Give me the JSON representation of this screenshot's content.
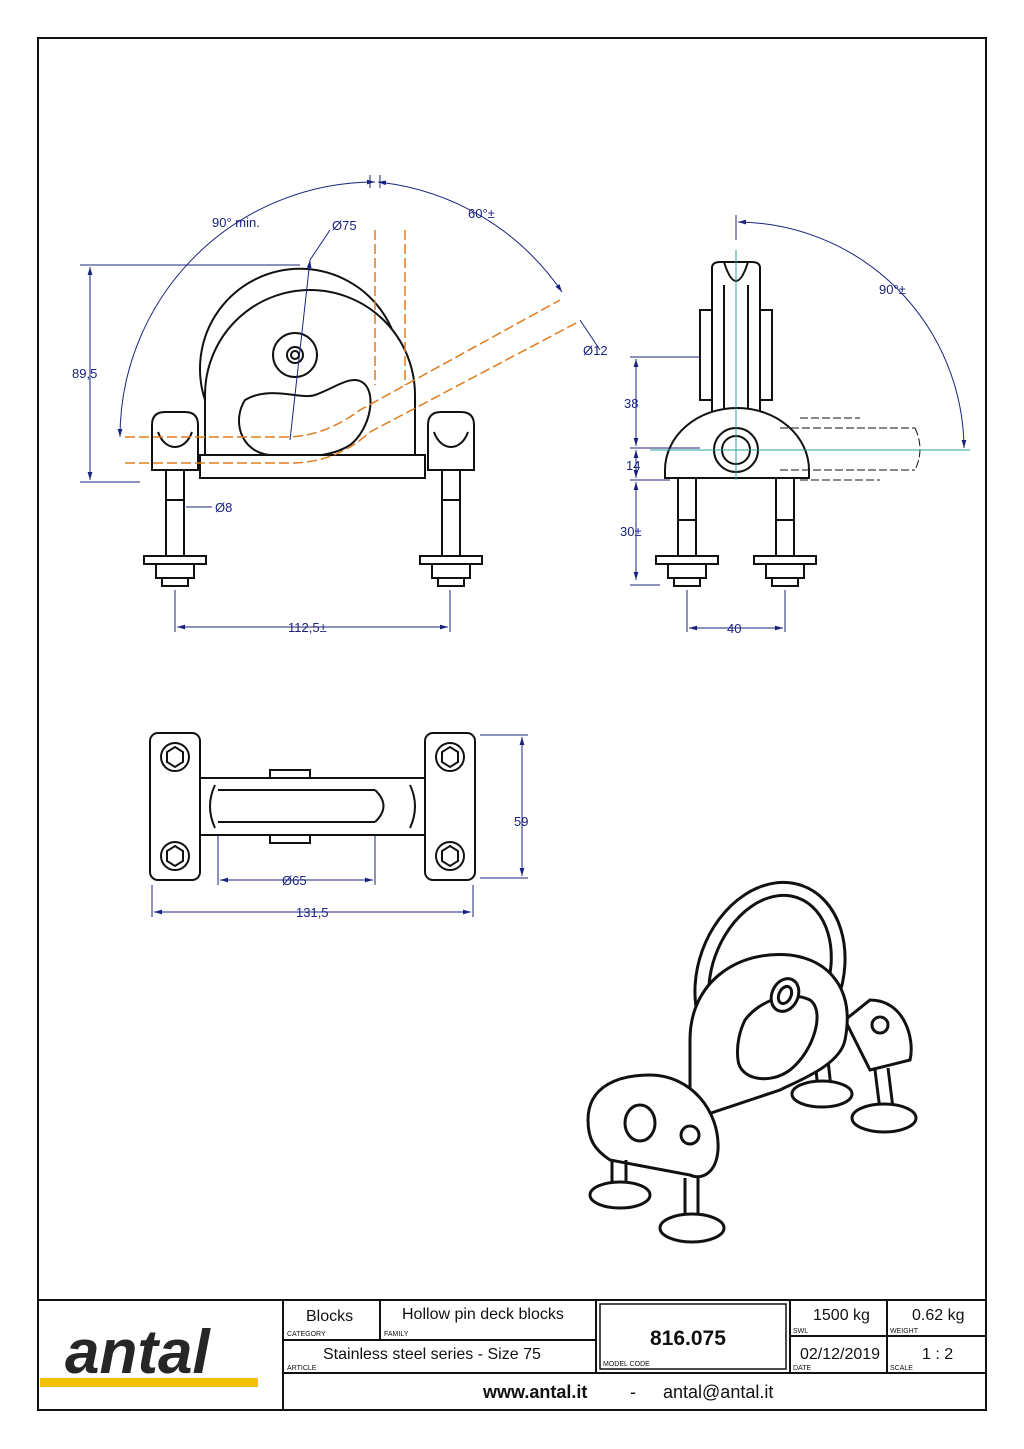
{
  "drawing": {
    "dimensions": {
      "angle_min": "90° min.",
      "sheave_dia": "Ø75",
      "angle_60": "60°±",
      "pin_dia": "Ø12",
      "height": "89,5",
      "bolt_dia": "Ø8",
      "bolt_span": "112,5±",
      "angle_90": "90°±",
      "dim_38": "38",
      "dim_14": "14",
      "dim_30": "30±",
      "dim_40": "40",
      "dim_59": "59",
      "dim_65": "Ø65",
      "overall_length": "131,5"
    }
  },
  "title_block": {
    "brand": "antal",
    "category": "Blocks",
    "category_caption": "CATEGORY",
    "family": "Hollow pin deck blocks",
    "family_caption": "FAMILY",
    "article": "Stainless steel series - Size 75",
    "article_caption": "ARTICLE",
    "model_code": "816.075",
    "model_code_caption": "MODEL CODE",
    "swl": "1500 kg",
    "swl_caption": "SWL",
    "weight": "0.62 kg",
    "weight_caption": "WEIGHT",
    "date": "02/12/2019",
    "date_caption": "DATE",
    "scale": "1 : 2",
    "scale_caption": "SCALE",
    "website": "www.antal.it",
    "separator": "-",
    "email": "antal@antal.it"
  },
  "colors": {
    "outline": "#111111",
    "dimension": "#1a237e",
    "hidden_line": "#e07b1f",
    "center_line": "#2aa198",
    "logo_bar": "#f2c200"
  }
}
